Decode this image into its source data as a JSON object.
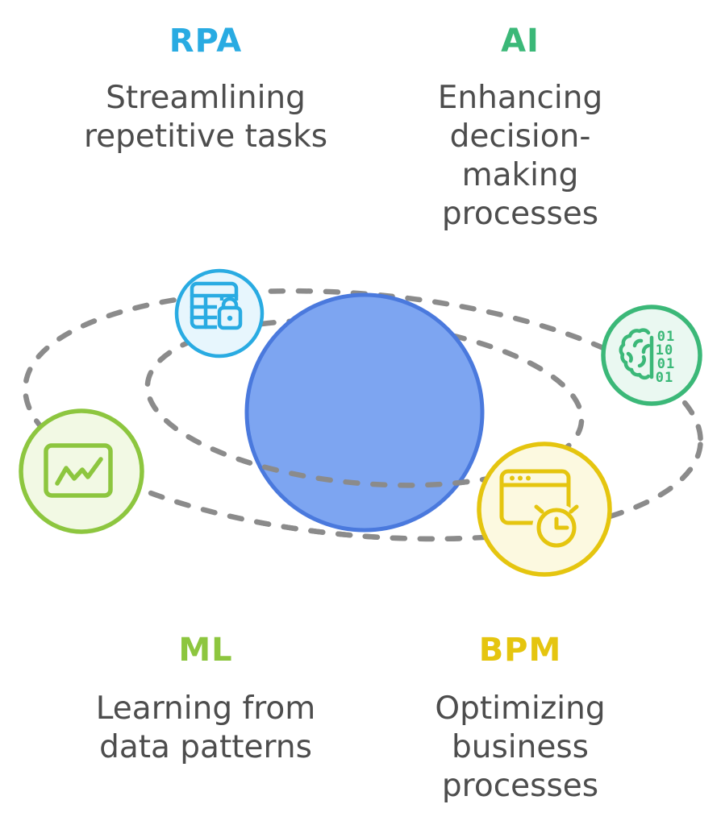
{
  "palette": {
    "rpa": "#29ABE2",
    "ai": "#3BB878",
    "ml": "#8DC63F",
    "bpm": "#E5C50F",
    "text": "#4D4D4D",
    "dash": "#8B8B8B",
    "planet-fill": "#7DA5F1",
    "planet-stroke": "#4A79DD",
    "rpa-fill": "#E7F6FD",
    "ai-fill": "#EAF8F1",
    "ml-fill": "#F2F9E4",
    "bpm-fill": "#FCF9E0"
  },
  "cards": {
    "rpa": {
      "title": "RPA",
      "lines": [
        "Streamlining",
        "repetitive tasks"
      ]
    },
    "ai": {
      "title": "AI",
      "lines": [
        "Enhancing",
        "decision-",
        "making",
        "processes"
      ]
    },
    "ml": {
      "title": "ML",
      "lines": [
        "Learning from",
        "data patterns"
      ]
    },
    "bpm": {
      "title": "BPM",
      "lines": [
        "Optimizing",
        "business",
        "processes"
      ]
    }
  },
  "icons": {
    "rpa": {
      "name": "database-lock-icon"
    },
    "ai": {
      "name": "brain-binary-icon",
      "binary_rows": [
        "01",
        "10",
        "01",
        "01"
      ]
    },
    "ml": {
      "name": "line-chart-icon"
    },
    "bpm": {
      "name": "browser-clock-icon"
    }
  }
}
